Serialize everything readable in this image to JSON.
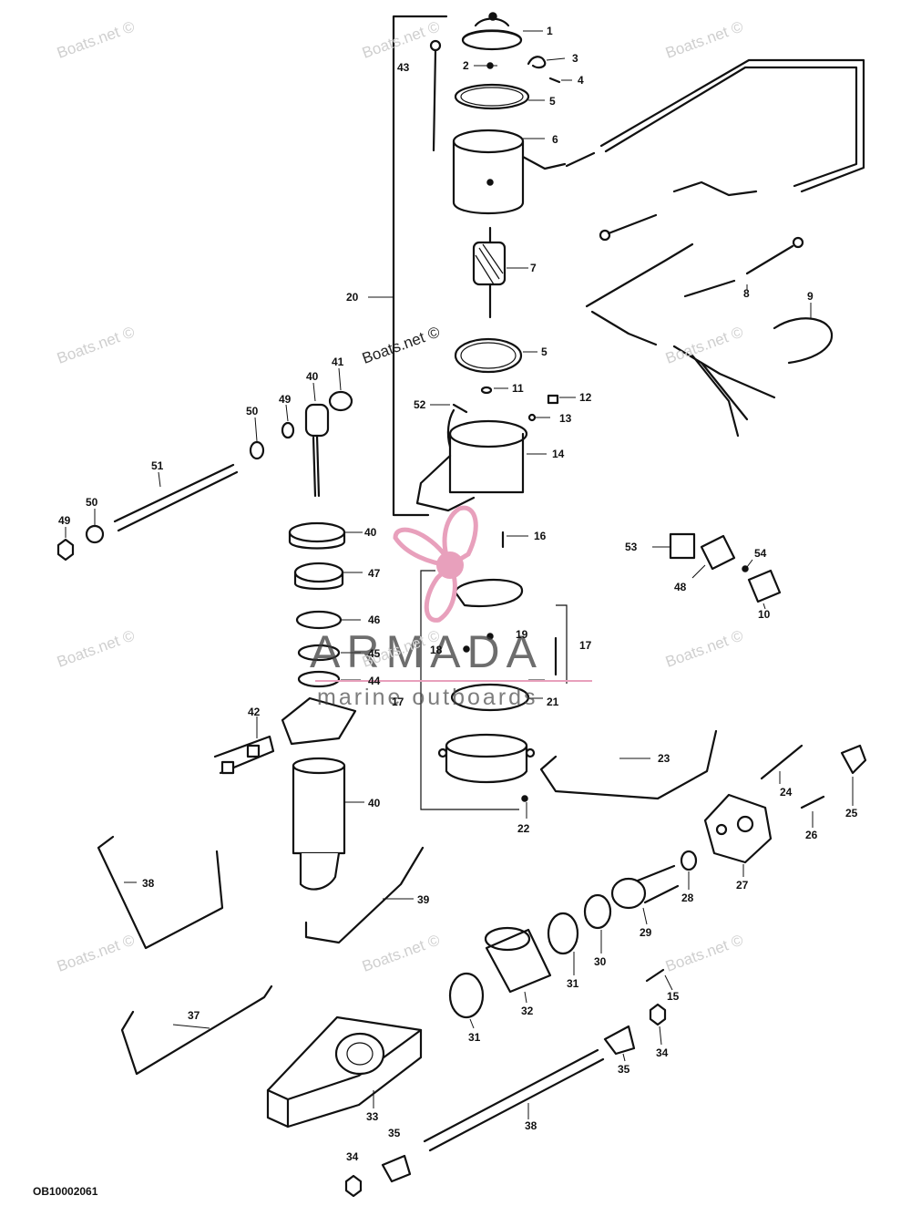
{
  "diagram_code": "OB10002061",
  "watermark_text": "Boats.net ©",
  "logo": {
    "name": "ARMADA",
    "tagline": "marine outboards",
    "color": "#e8a0bc"
  },
  "callouts": [
    "1",
    "2",
    "3",
    "4",
    "5",
    "6",
    "7",
    "8",
    "9",
    "5",
    "11",
    "12",
    "13",
    "14",
    "16",
    "53",
    "48",
    "54",
    "10",
    "17",
    "19",
    "18",
    "21",
    "17",
    "22",
    "23",
    "24",
    "25",
    "26",
    "27",
    "28",
    "29",
    "30",
    "31",
    "32",
    "31",
    "15",
    "34",
    "35",
    "34",
    "35",
    "38",
    "33",
    "37",
    "38",
    "39",
    "40",
    "42",
    "40",
    "44",
    "45",
    "46",
    "47",
    "40",
    "50",
    "49",
    "51",
    "50",
    "49",
    "40",
    "41",
    "43",
    "20",
    "52"
  ]
}
